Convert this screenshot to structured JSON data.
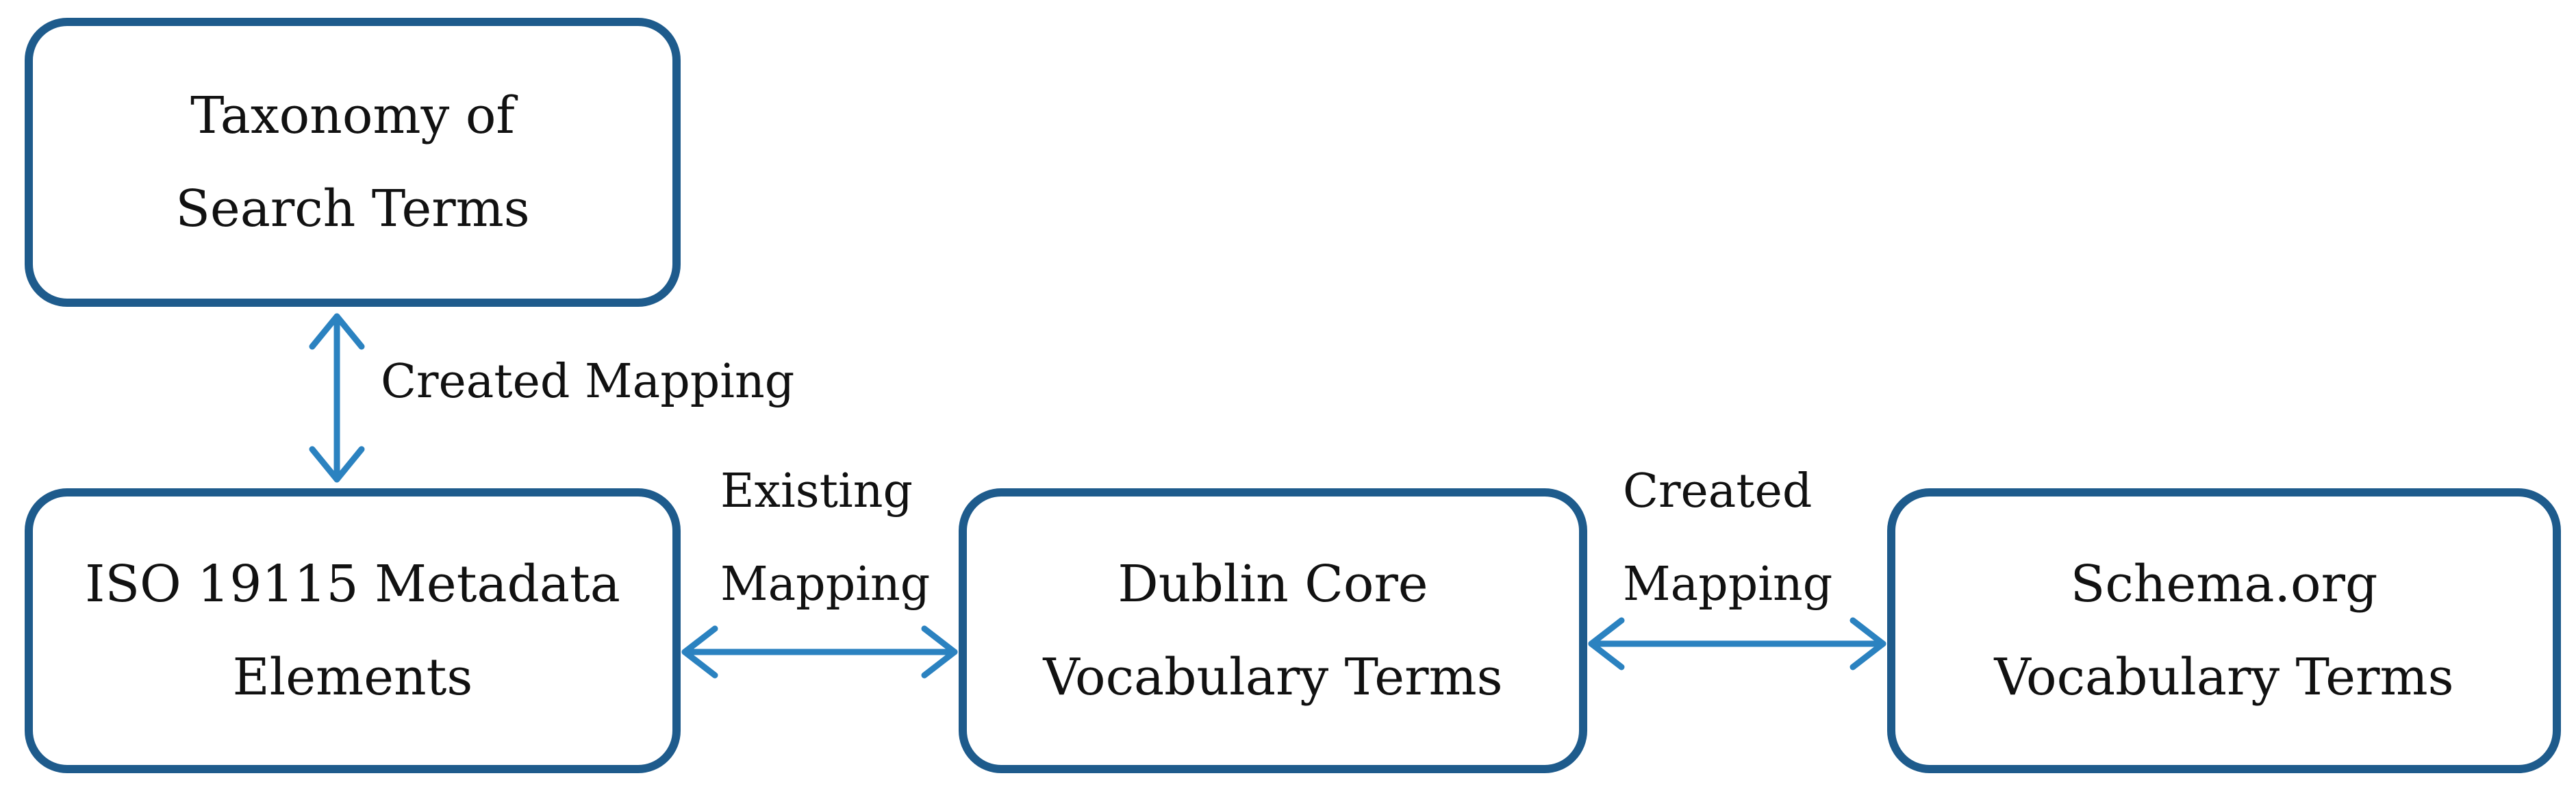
{
  "colors": {
    "box_border": "#1e5b8c",
    "arrow": "#2b82c0",
    "text": "#111111"
  },
  "nodes": {
    "taxonomy": {
      "line1": "Taxonomy of",
      "line2": "Search Terms"
    },
    "iso": {
      "line1": "ISO 19115 Metadata",
      "line2": "Elements"
    },
    "dublin": {
      "line1": "Dublin Core",
      "line2": "Vocabulary Terms"
    },
    "schema": {
      "line1": "Schema.org",
      "line2": "Vocabulary Terms"
    }
  },
  "edges": {
    "taxonomy_iso": {
      "line1": "Created Mapping"
    },
    "iso_dublin": {
      "line1": "Existing",
      "line2": "Mapping"
    },
    "dublin_schema": {
      "line1": "Created",
      "line2": "Mapping"
    }
  }
}
